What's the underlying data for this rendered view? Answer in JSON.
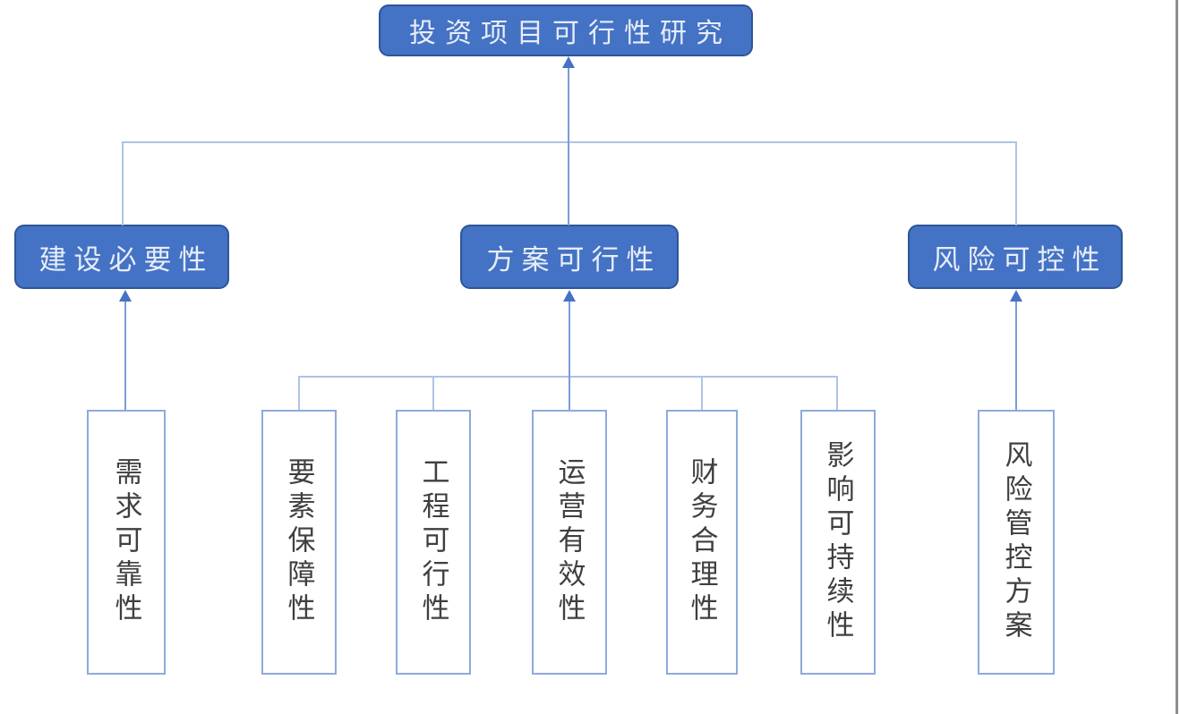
{
  "diagram": {
    "title_node": {
      "id": "feasibility-study",
      "label": "投资项目可行性研究"
    },
    "level2": [
      {
        "id": "construction-necessity",
        "label": "建设必要性"
      },
      {
        "id": "plan-feasibility",
        "label": "方案可行性"
      },
      {
        "id": "risk-controllability",
        "label": "风险可控性"
      }
    ],
    "leaves": [
      {
        "id": "demand-reliability",
        "label": "需求可靠性"
      },
      {
        "id": "element-guarantee",
        "label": "要素保障性"
      },
      {
        "id": "engineering-feasibility",
        "label": "工程可行性"
      },
      {
        "id": "operation-effectiveness",
        "label": "运营有效性"
      },
      {
        "id": "financial-rationality",
        "label": "财务合理性"
      },
      {
        "id": "impact-sustainability",
        "label": "影响可持续性"
      },
      {
        "id": "risk-control-plan",
        "label": "风险管控方案"
      }
    ],
    "edges": [
      {
        "from": "construction-necessity",
        "to": "feasibility-study"
      },
      {
        "from": "plan-feasibility",
        "to": "feasibility-study"
      },
      {
        "from": "risk-controllability",
        "to": "feasibility-study"
      },
      {
        "from": "demand-reliability",
        "to": "construction-necessity"
      },
      {
        "from": "element-guarantee",
        "to": "plan-feasibility"
      },
      {
        "from": "engineering-feasibility",
        "to": "plan-feasibility"
      },
      {
        "from": "operation-effectiveness",
        "to": "plan-feasibility"
      },
      {
        "from": "financial-rationality",
        "to": "plan-feasibility"
      },
      {
        "from": "impact-sustainability",
        "to": "plan-feasibility"
      },
      {
        "from": "risk-control-plan",
        "to": "risk-controllability"
      }
    ],
    "colors": {
      "node_fill": "#4472C4",
      "node_border": "#2F5597",
      "node_text": "#E7EDF8",
      "connector_line": "#AEC3E6",
      "arrow_line": "#7E9CD5",
      "arrowhead": "#4472C4",
      "leaf_border": "#8FAADC",
      "leaf_text": "#3F3F3F"
    }
  }
}
